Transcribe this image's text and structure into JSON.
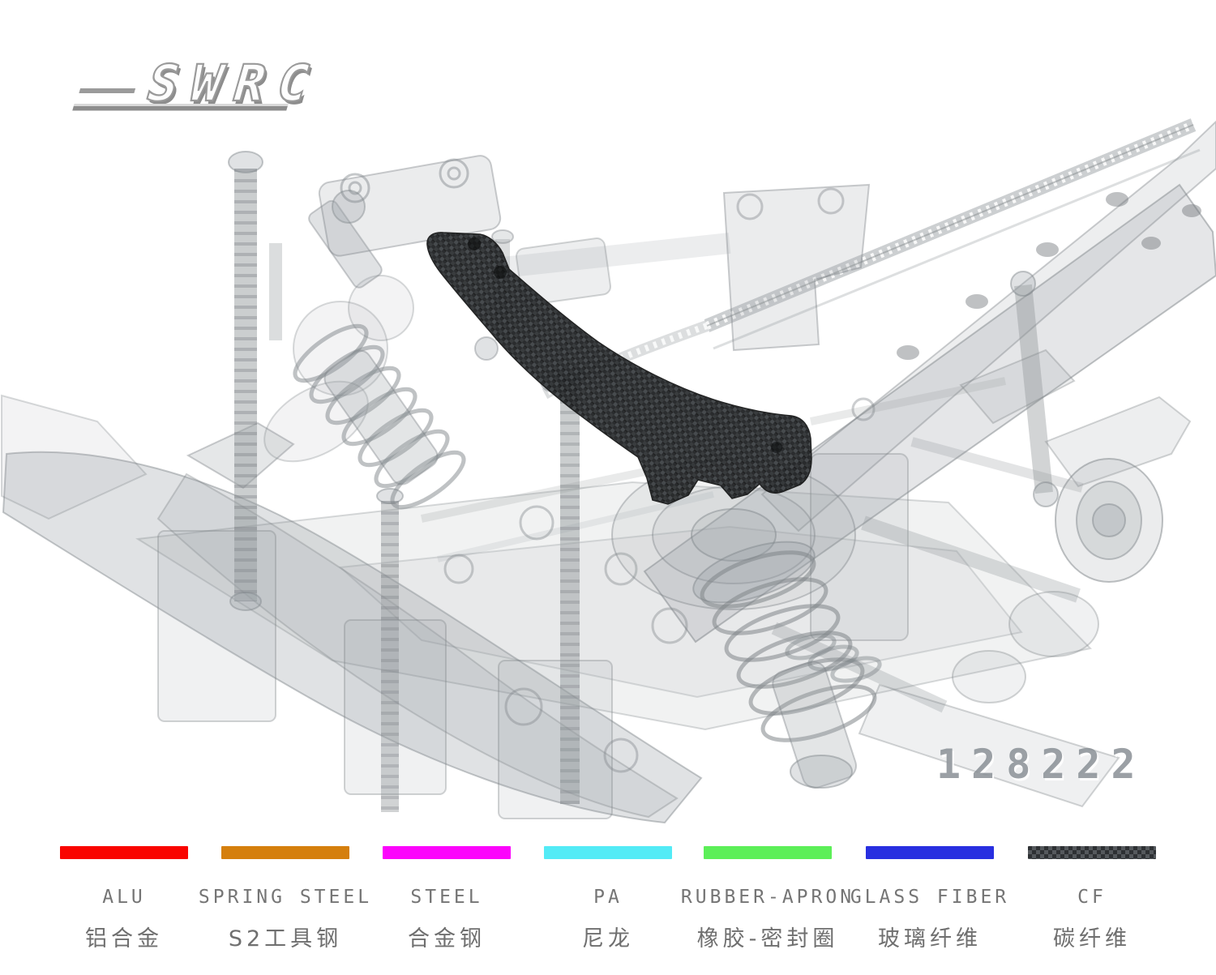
{
  "logo": {
    "text": "SWRC"
  },
  "watermark": {
    "part_number": "128222"
  },
  "legend": {
    "items": [
      {
        "id": "alu",
        "color": "#F90400",
        "label_en": "ALU",
        "label_zh": "铝合金"
      },
      {
        "id": "spring-steel",
        "color": "#D57F0D",
        "label_en": "SPRING STEEL",
        "label_zh": "S2工具钢"
      },
      {
        "id": "steel",
        "color": "#FC04FC",
        "label_en": "STEEL",
        "label_zh": "合金钢"
      },
      {
        "id": "pa",
        "color": "#53EBF6",
        "label_en": "PA",
        "label_zh": "尼龙"
      },
      {
        "id": "rubber-apron",
        "color": "#5CEF58",
        "label_en": "RUBBER-APRON",
        "label_zh": "橡胶-密封圈"
      },
      {
        "id": "glass-fiber",
        "color": "#282FE0",
        "label_en": "GLASS FIBER",
        "label_zh": "玻璃纤维"
      },
      {
        "id": "cf",
        "color": "#2E3134",
        "label_en": "CF",
        "label_zh": "碳纤维"
      }
    ]
  }
}
